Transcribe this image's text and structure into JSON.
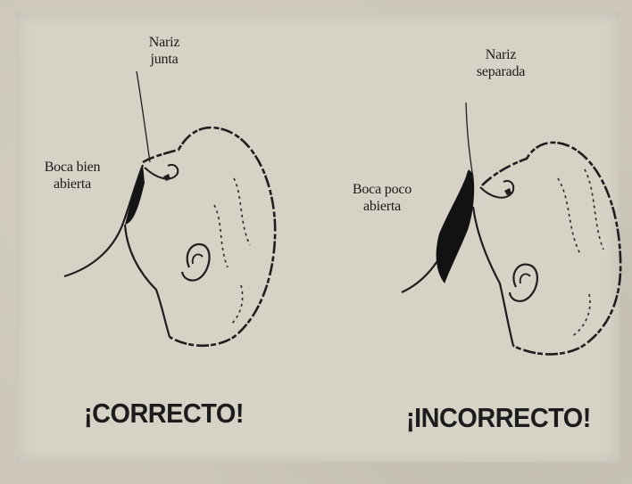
{
  "figure": {
    "correct": {
      "nose_label_line1": "Nariz",
      "nose_label_line2": "junta",
      "mouth_label_line1": "Boca bien",
      "mouth_label_line2": "abierta",
      "verdict": "¡CORRECTO!"
    },
    "incorrect": {
      "nose_label_line1": "Nariz",
      "nose_label_line2": "separada",
      "mouth_label_line1": "Boca poco",
      "mouth_label_line2": "abierta",
      "verdict": "¡INCORRECTO!"
    }
  }
}
